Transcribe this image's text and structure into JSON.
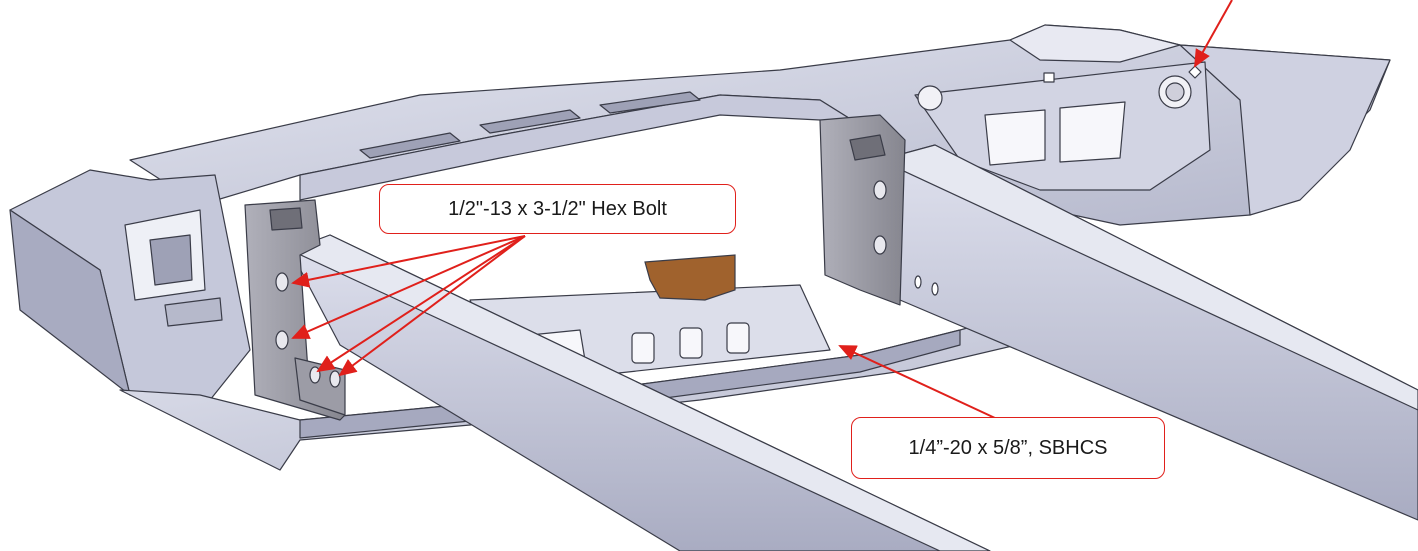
{
  "callouts": {
    "hex_bolt": "1/2\"-13 x 3-1/2\" Hex Bolt",
    "sbhcs": "1/4”-20 x 5/8”, SBHCS"
  },
  "colors": {
    "callout_border": "#e0201b",
    "arrow": "#e0201b",
    "steel_light": "#d6d8e6",
    "steel_mid": "#b9bcd0",
    "steel_dark": "#8e92a8",
    "outline": "#3a3c48",
    "bracket": "#9a9aa6",
    "bronze_part": "#a0622d"
  },
  "figure": {
    "type": "cad-assembly-rendering",
    "subject": "front bumper mounted to frame rails"
  }
}
